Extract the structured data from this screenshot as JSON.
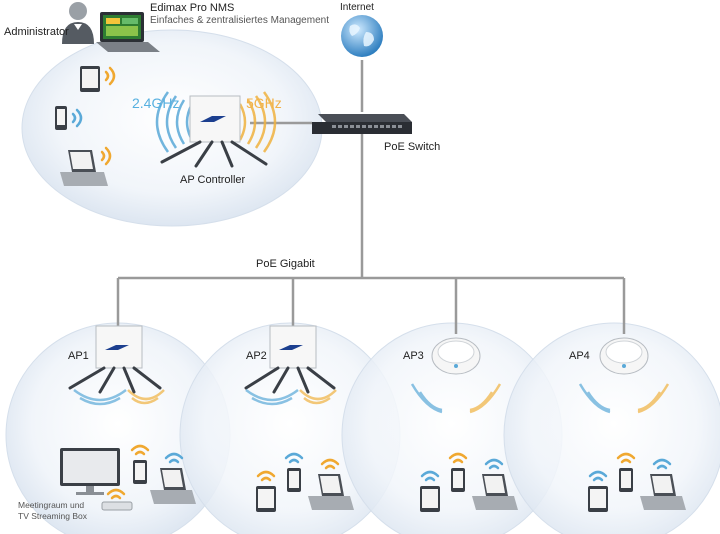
{
  "labels": {
    "administrator": "Administrator",
    "nms_title": "Edimax Pro NMS",
    "nms_subtitle": "Einfaches & zentralisiertes Management",
    "internet": "Internet",
    "band_24": "2.4GHz",
    "band_5": "5GHz",
    "ap_controller": "AP Controller",
    "poe_switch": "PoE Switch",
    "poe_gigabit": "PoE Gigabit",
    "meeting_line1": "Meetingraum und",
    "meeting_line2": "TV Streaming Box"
  },
  "access_points": [
    {
      "label": "AP1",
      "type": "antenna"
    },
    {
      "label": "AP2",
      "type": "antenna"
    },
    {
      "label": "AP3",
      "type": "ceiling"
    },
    {
      "label": "AP4",
      "type": "ceiling"
    }
  ],
  "colors": {
    "wifi_blue": "#5aa9d8",
    "wifi_orange": "#f0a830",
    "band_24": "#56b0e0",
    "band_5": "#f2b24a",
    "cable": "#9a9a9a",
    "bubble": "#e9eff7",
    "switch": "#2a2d33"
  }
}
